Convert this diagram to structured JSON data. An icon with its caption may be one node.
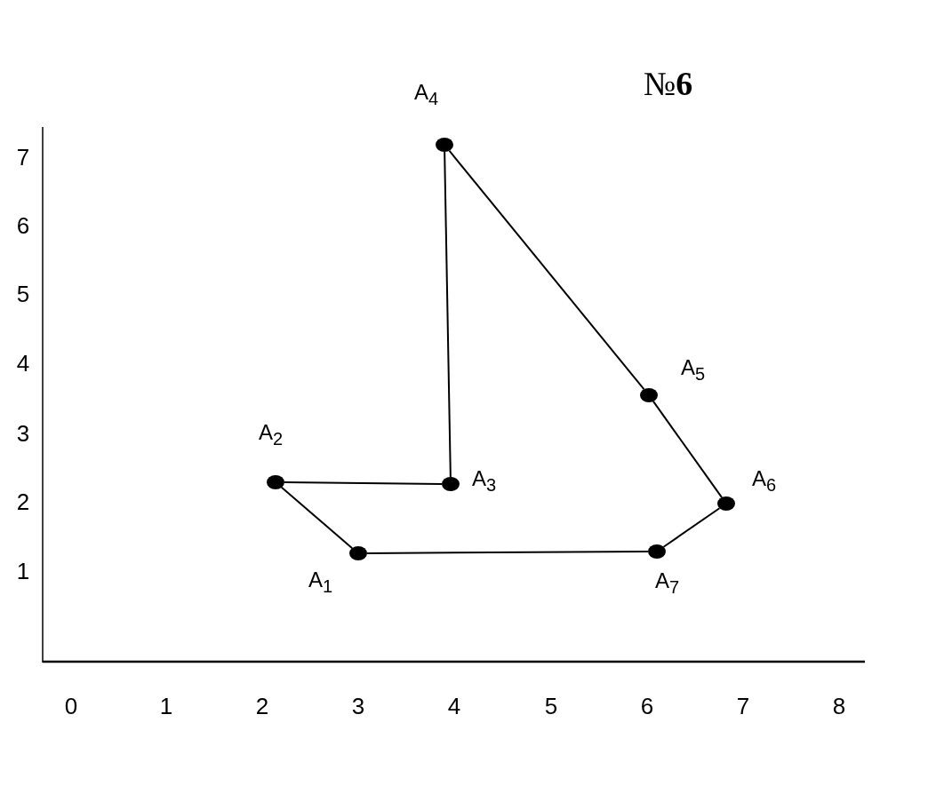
{
  "diagram": {
    "title": "№**6**",
    "nodes": [
      {
        "text": [],
        "shape": "circle",
        "beside": [
          "A$_{1}$"
        ]
      },
      {
        "text": [],
        "shape": "circle",
        "beside": [
          "A$_{2}$"
        ]
      },
      {
        "text": [],
        "shape": "circle",
        "beside": [
          "A$_{3}$"
        ]
      },
      {
        "text": [],
        "shape": "circle",
        "beside": [
          "A$_{4}$"
        ]
      },
      {
        "text": [],
        "shape": "circle",
        "beside": [
          "A$_{5}$"
        ]
      },
      {
        "text": [],
        "shape": "circle",
        "beside": [
          "A$_{6}$"
        ]
      },
      {
        "text": [],
        "shape": "circle",
        "beside": [
          "A$_{7}$"
        ]
      }
    ],
    "edges": [
      {
        "from": 0,
        "to": 1,
        "arrow": "none"
      },
      {
        "from": 1,
        "to": 2,
        "arrow": "none"
      },
      {
        "from": 2,
        "to": 3,
        "arrow": "none"
      },
      {
        "from": 3,
        "to": 4,
        "arrow": "none"
      },
      {
        "from": 4,
        "to": 5,
        "arrow": "none"
      },
      {
        "from": 5,
        "to": 6,
        "arrow": "none"
      },
      {
        "from": 6,
        "to": 0,
        "arrow": "none"
      }
    ],
    "labels": [
      "7",
      "6",
      "5",
      "4",
      "3",
      "2",
      "1",
      "0",
      "1",
      "2",
      "3",
      "4",
      "5",
      "6",
      "7",
      "8"
    ]
  }
}
